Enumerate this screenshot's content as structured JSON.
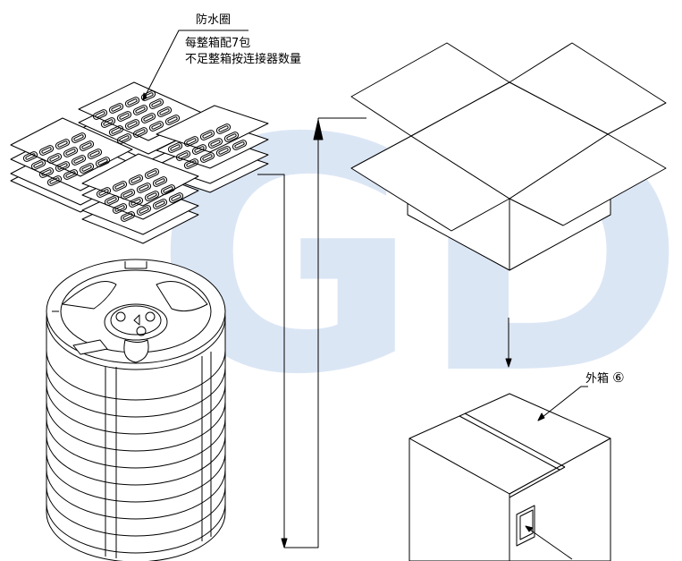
{
  "labels": {
    "waterproof_ring": "防水圈",
    "note_line1": "每整箱配7包",
    "note_line2": "不足整箱按连接器数量",
    "outer_box": "外箱",
    "outer_box_number": "⑥"
  },
  "watermark": {
    "text": "GD",
    "color": "#dbe6f5"
  },
  "colors": {
    "line": "#000000",
    "background": "#ffffff"
  }
}
